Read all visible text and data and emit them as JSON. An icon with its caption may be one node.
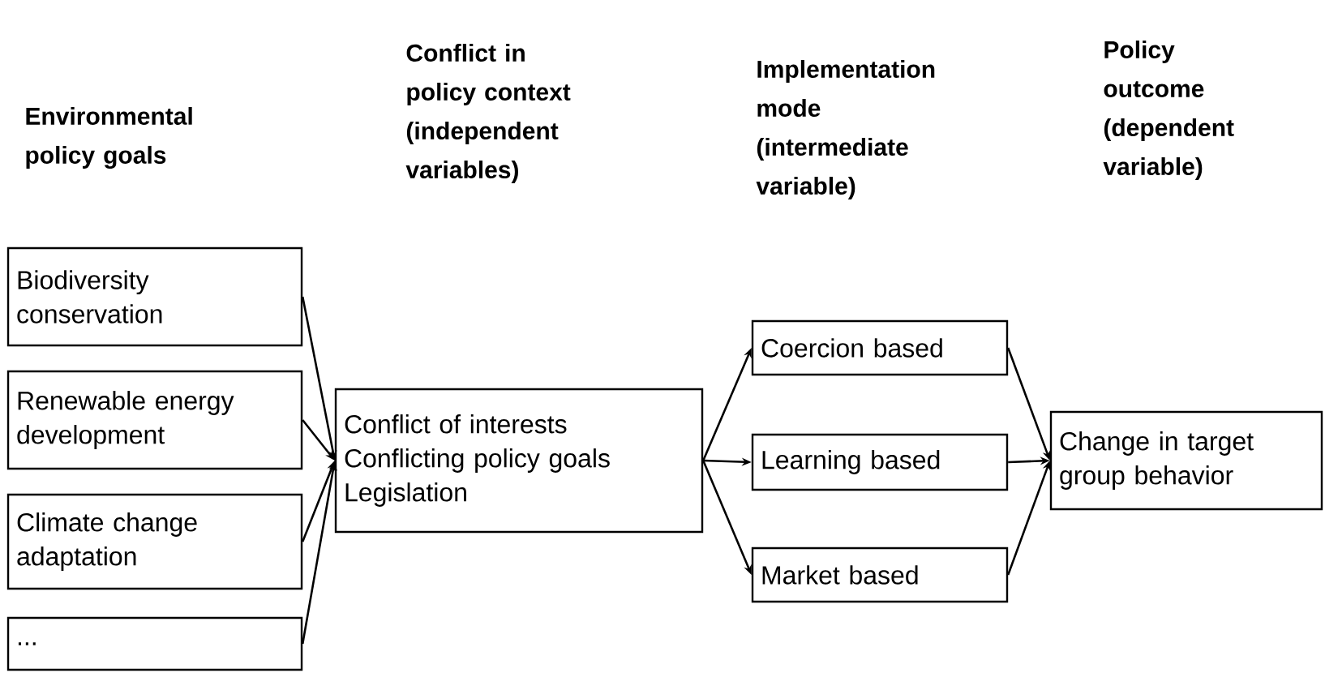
{
  "diagram": {
    "nodes": [
      {
        "text": [
          "Biodiversity conservation"
        ]
      },
      {
        "text": [
          "Renewable energy development"
        ]
      },
      {
        "text": [
          "Climate change adaptation"
        ]
      },
      {
        "text": [
          "..."
        ]
      },
      {
        "text": [
          "Conflict of interests",
          "Conflicting policy goals",
          "Legislation"
        ]
      },
      {
        "text": [
          "Coercion based"
        ]
      },
      {
        "text": [
          "Learning based"
        ]
      },
      {
        "text": [
          "Market based"
        ]
      },
      {
        "text": [
          "Change in target group behavior"
        ]
      }
    ],
    "edges": [
      {
        "from": 0,
        "to": 4,
        "arrow": "to"
      },
      {
        "from": 1,
        "to": 4,
        "arrow": "to"
      },
      {
        "from": 2,
        "to": 4,
        "arrow": "to"
      },
      {
        "from": 3,
        "to": 4,
        "arrow": "to"
      },
      {
        "from": 4,
        "to": 5,
        "arrow": "to"
      },
      {
        "from": 4,
        "to": 6,
        "arrow": "to"
      },
      {
        "from": 4,
        "to": 7,
        "arrow": "to"
      },
      {
        "from": 5,
        "to": 8,
        "arrow": "to"
      },
      {
        "from": 6,
        "to": 8,
        "arrow": "to"
      },
      {
        "from": 7,
        "to": 8,
        "arrow": "to"
      }
    ],
    "labels": [
      "Environmental policy goals",
      "Conflict in policy context (independent variables)",
      "Implementation mode (intermediate variable)",
      "Policy outcome (dependent variable)"
    ]
  }
}
